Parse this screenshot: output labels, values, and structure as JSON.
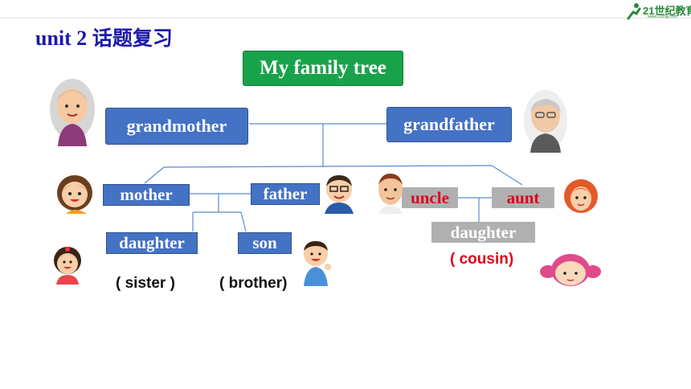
{
  "header": {
    "title_prefix": "unit 2",
    "title_cn": "话题复习",
    "logo_text": "21世纪教育",
    "logo_sub": "www.21cnjy.com"
  },
  "diagram": {
    "root": "My family tree",
    "grandmother": "grandmother",
    "grandfather": "grandfather",
    "mother": "mother",
    "father": "father",
    "uncle": "uncle",
    "aunt": "aunt",
    "daughter_left": "daughter",
    "son": "son",
    "daughter_right": "daughter",
    "sister_note": "( sister )",
    "brother_note": "( brother)",
    "cousin_note": "( cousin)"
  },
  "colors": {
    "title": "#1a1aa8",
    "blue_box": "#4472c4",
    "green_box": "#18a34a",
    "gray_box": "#b0b0b0",
    "red_text": "#e0001b",
    "line": "#5b8bd0"
  }
}
